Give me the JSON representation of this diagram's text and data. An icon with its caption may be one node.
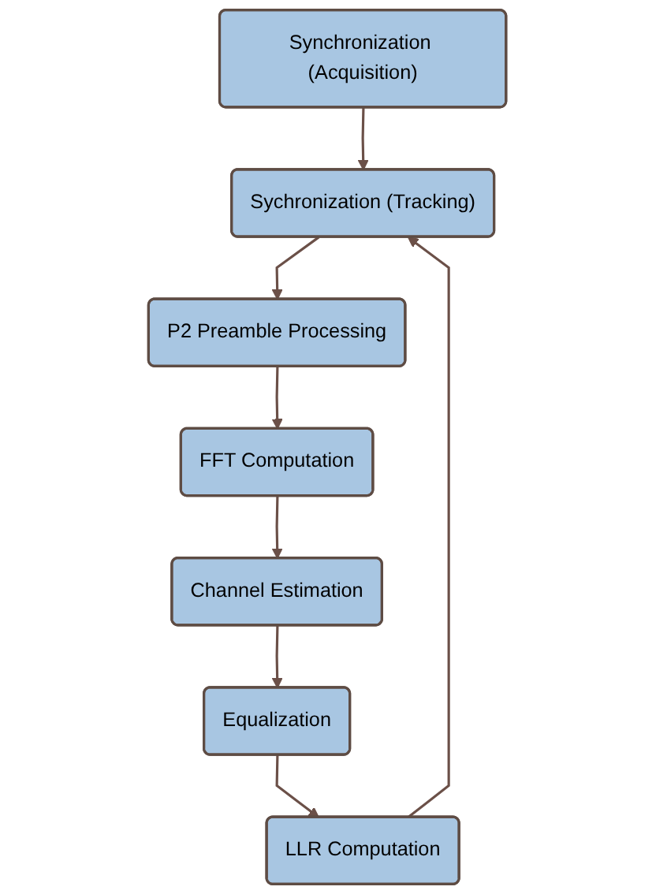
{
  "diagram": {
    "nodes": [
      {
        "text": [
          "Synchronization (Acquisition)"
        ]
      },
      {
        "text": [
          "Sychronization (Tracking)"
        ]
      },
      {
        "text": [
          "P2 Preamble Processing"
        ]
      },
      {
        "text": [
          "FFT Computation"
        ]
      },
      {
        "text": [
          "Channel Estimation"
        ]
      },
      {
        "text": [
          "Equalization"
        ]
      },
      {
        "text": [
          "LLR Computation"
        ]
      }
    ],
    "edges": [
      {
        "from": 0,
        "to": 1,
        "arrow": "to"
      },
      {
        "from": 1,
        "to": 2,
        "arrow": "to"
      },
      {
        "from": 2,
        "to": 3,
        "arrow": "to"
      },
      {
        "from": 3,
        "to": 4,
        "arrow": "to"
      },
      {
        "from": 4,
        "to": 5,
        "arrow": "to"
      },
      {
        "from": 5,
        "to": 6,
        "arrow": "to"
      },
      {
        "from": 6,
        "to": 1,
        "arrow": "to"
      }
    ]
  }
}
